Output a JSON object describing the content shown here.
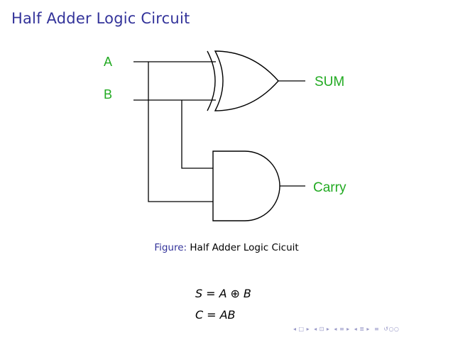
{
  "slide": {
    "title": "Half Adder Logic Circuit"
  },
  "diagram": {
    "inputs": [
      "A",
      "B"
    ],
    "outputs": [
      "SUM",
      "Carry"
    ],
    "label_color": "#22aa22",
    "wire_color": "#000000",
    "gates": [
      {
        "type": "XOR",
        "inputs": [
          "A",
          "B"
        ],
        "output": "SUM"
      },
      {
        "type": "AND",
        "inputs": [
          "A",
          "B"
        ],
        "output": "Carry"
      }
    ]
  },
  "figure": {
    "caption_label": "Figure:",
    "caption_text": "Half Adder Logic Cicuit"
  },
  "equations": {
    "sum": {
      "lhs": "S",
      "eq": "=",
      "a": "A",
      "op": "⊕",
      "b": "B"
    },
    "carry": {
      "lhs": "C",
      "eq": "=",
      "rhs": "AB"
    }
  },
  "navigation": {
    "frame_prev": "◂",
    "frame_icon": "□",
    "frame_next": "▸",
    "subsec_prev": "◂",
    "subsec_icon": "⊡",
    "subsec_next": "▸",
    "sec_prev": "◂",
    "sec_icon": "≡",
    "sec_next": "▸",
    "sub_prev": "◂",
    "sub_icon": "≣",
    "sub_next": "▸",
    "align_icon": "≡",
    "search_icon": "↺○○"
  },
  "colors": {
    "title": "#33339a",
    "caption_label": "#33339a",
    "label": "#22aa22"
  }
}
